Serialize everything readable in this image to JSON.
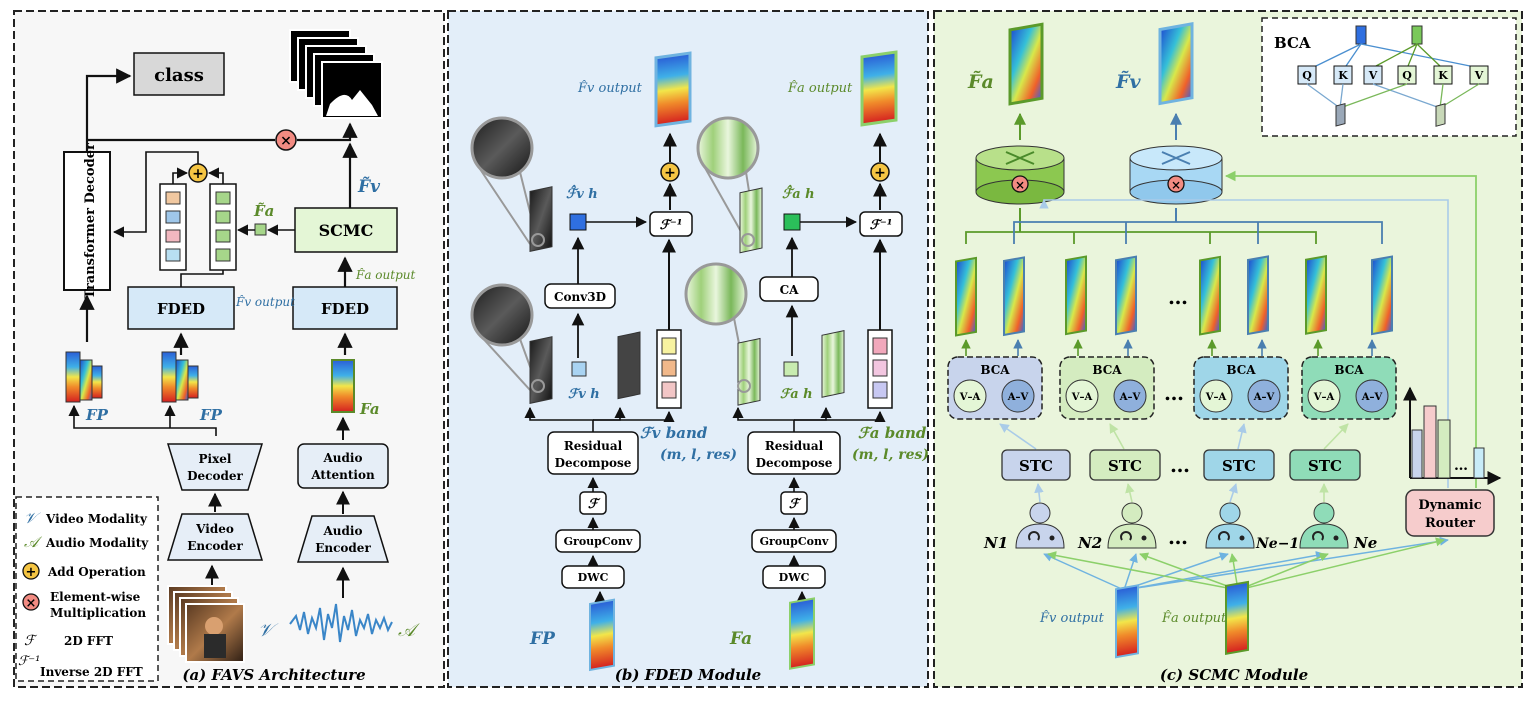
{
  "panels": {
    "a_caption": "(a) FAVS Architecture",
    "b_caption": "(b) FDED Module",
    "c_caption": "(c) SCMC Module"
  },
  "panel_a": {
    "class_label": "class",
    "transformer_label": "Transformer Decoder",
    "scmc_label": "SCMC",
    "fded_label": "FDED",
    "pixel_decoder": "Pixel Decoder",
    "video_encoder": "Video Encoder",
    "audio_attention": "Audio Attention",
    "audio_encoder": "Audio Encoder",
    "fv_label": "F̃v",
    "fa_label": "F̃a",
    "fp_label": "FP",
    "fa_plain": "Fa",
    "out_a": "F̂a output",
    "out_v": "F̂v output",
    "video_symbol": "𝒱",
    "audio_symbol": "𝒜"
  },
  "legend": [
    {
      "sym": "𝒱",
      "text": "Video Modality"
    },
    {
      "sym": "𝒜",
      "text": "Audio Modality"
    },
    {
      "sym": "+",
      "text": "Add Operation"
    },
    {
      "sym": "×",
      "text": "Element-wise Multiplication"
    },
    {
      "sym": "ℱ",
      "text": "2D FFT"
    },
    {
      "sym": "ℱ⁻¹",
      "text": "Inverse 2D FFT"
    }
  ],
  "panel_b": {
    "out_v": "F̂v output",
    "out_a": "F̂a output",
    "conv3d": "Conv3D",
    "ca": "CA",
    "inv_fft": "ℱ⁻¹",
    "fft": "ℱ",
    "residual": "Residual Decompose",
    "groupconv": "GroupConv",
    "dwc": "DWC",
    "fh_hat_v": "ℱ̂v h",
    "fh_hat_a": "ℱ̂a h",
    "fh_v": "ℱv h",
    "fh_a": "ℱa h",
    "fband_v": "ℱv band",
    "fband_a": "ℱa band",
    "mlres": "(m, l, res)",
    "fp": "FP",
    "fa": "Fa"
  },
  "panel_c": {
    "fa_tilde": "F̃a",
    "fv_tilde": "F̃v",
    "bca_title": "BCA",
    "q": "Q",
    "k": "K",
    "v": "V",
    "bca": "BCA",
    "va": "V–A",
    "av": "A–V",
    "stc": "STC",
    "ellipsis": "…",
    "n1": "N1",
    "n2": "N2",
    "ne1": "Ne−1",
    "ne": "Ne",
    "router": "Dynamic Router",
    "out_v": "F̂v output",
    "out_a": "F̂a output"
  },
  "colors": {
    "video_blue": "#2f6fa3",
    "audio_green": "#5b8a2a",
    "panel_a_bg": "#f7f7f7",
    "panel_b_bg": "#e3eef9",
    "panel_c_bg": "#eaf5dc",
    "fded_fill": "#d6e9f8",
    "scmc_fill": "#e4f6d6",
    "router_fill": "#f6cccc"
  }
}
